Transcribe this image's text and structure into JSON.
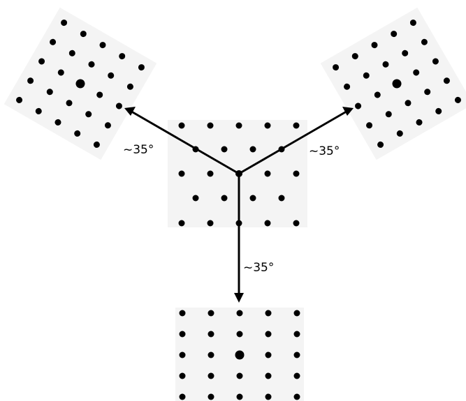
{
  "diagram": {
    "labels": {
      "left_angle": "~35°",
      "right_angle": "~35°",
      "bottom_angle": "~35°"
    },
    "colors": {
      "panel_background": "#f4f4f4",
      "dot": "#000000",
      "arrow": "#000000"
    },
    "panels": {
      "center": {
        "lattice": "hexagonal",
        "rows": 5,
        "columns": 5
      },
      "top_left": {
        "lattice": "square",
        "rows": 5,
        "columns": 5,
        "rotation_deg": 30
      },
      "top_right": {
        "lattice": "square",
        "rows": 5,
        "columns": 5,
        "rotation_deg": -30
      },
      "bottom": {
        "lattice": "square",
        "rows": 5,
        "columns": 5,
        "rotation_deg": 0
      }
    },
    "arrows": [
      "to-top-left",
      "to-top-right",
      "to-bottom"
    ]
  }
}
